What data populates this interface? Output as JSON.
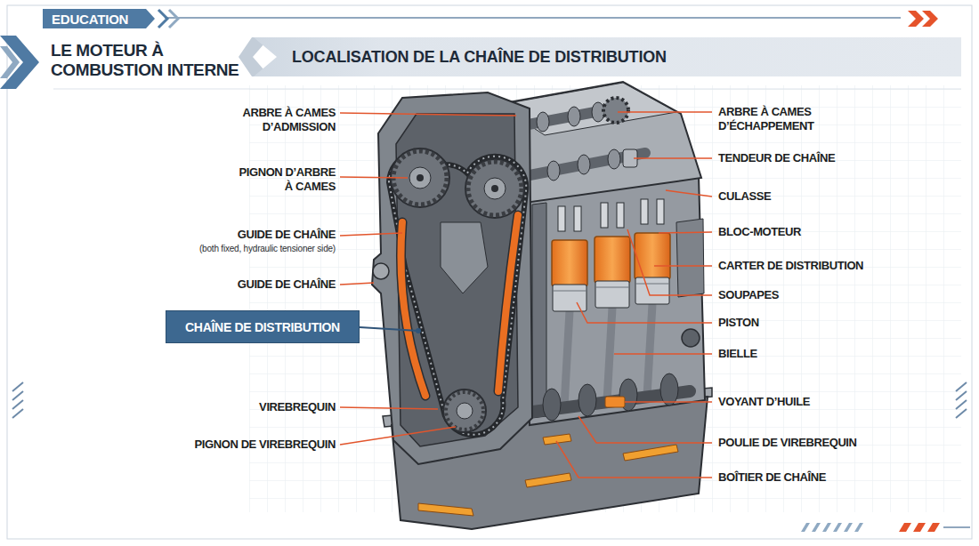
{
  "diagram": {
    "title": "LE MOTEUR À COMBUSTION INTERNE",
    "nodes": [
      {
        "text": [
          "EDUCATION"
        ]
      },
      {
        "text": [
          "LOCALISATION DE LA CHAÎNE DE DISTRIBUTION"
        ]
      },
      {
        "text": [
          "CHAÎNE DE DISTRIBUTION"
        ]
      }
    ],
    "labels": [
      "ARBRE À CAMES D’ADMISSION",
      "PIGNON D’ARBRE À CAMES",
      "GUIDE DE CHAÎNE",
      "(both fixed, hydraulic tensioner side)",
      "GUIDE DE CHAÎNE",
      "VIREBREQUIN",
      "PIGNON DE VIREBREQUIN",
      "ARBRE À CAMES D’ÉCHAPPEMENT",
      "TENDEUR DE CHAÎNE",
      "CULASSE",
      "BLOC-MOTEUR",
      "CARTER DE DISTRIBUTION",
      "SOUPAPES",
      "PISTON",
      "BIELLE",
      "VOYANT D’HUILE",
      "POULIE DE VIREBREQUIN",
      "BOÎTIER DE CHAÎNE"
    ]
  }
}
